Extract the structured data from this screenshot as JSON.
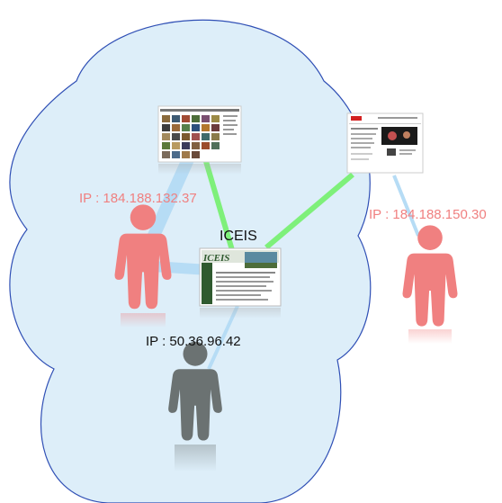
{
  "nodes": {
    "center_site": {
      "label": "ICEIS",
      "thumb_logo": "ICEIS"
    },
    "left_user": {
      "ip_label": "IP : 184.188.132.37",
      "color": "#f08080"
    },
    "right_user": {
      "ip_label": "IP : 184.188.150.30",
      "color": "#f08080"
    },
    "bottom_user": {
      "ip_label": "IP : 50.36.96.42",
      "color": "#6b7272"
    }
  },
  "colors": {
    "cloud_fill": "#ddeef9",
    "cloud_stroke": "#2f4fb5",
    "link_green": "#7ef07a",
    "link_blue": "#b6dcf5",
    "ip_text_red": "#f08080",
    "label_text": "#111111"
  },
  "icons": [
    "person-icon",
    "web-page-thumbnail-icon"
  ]
}
